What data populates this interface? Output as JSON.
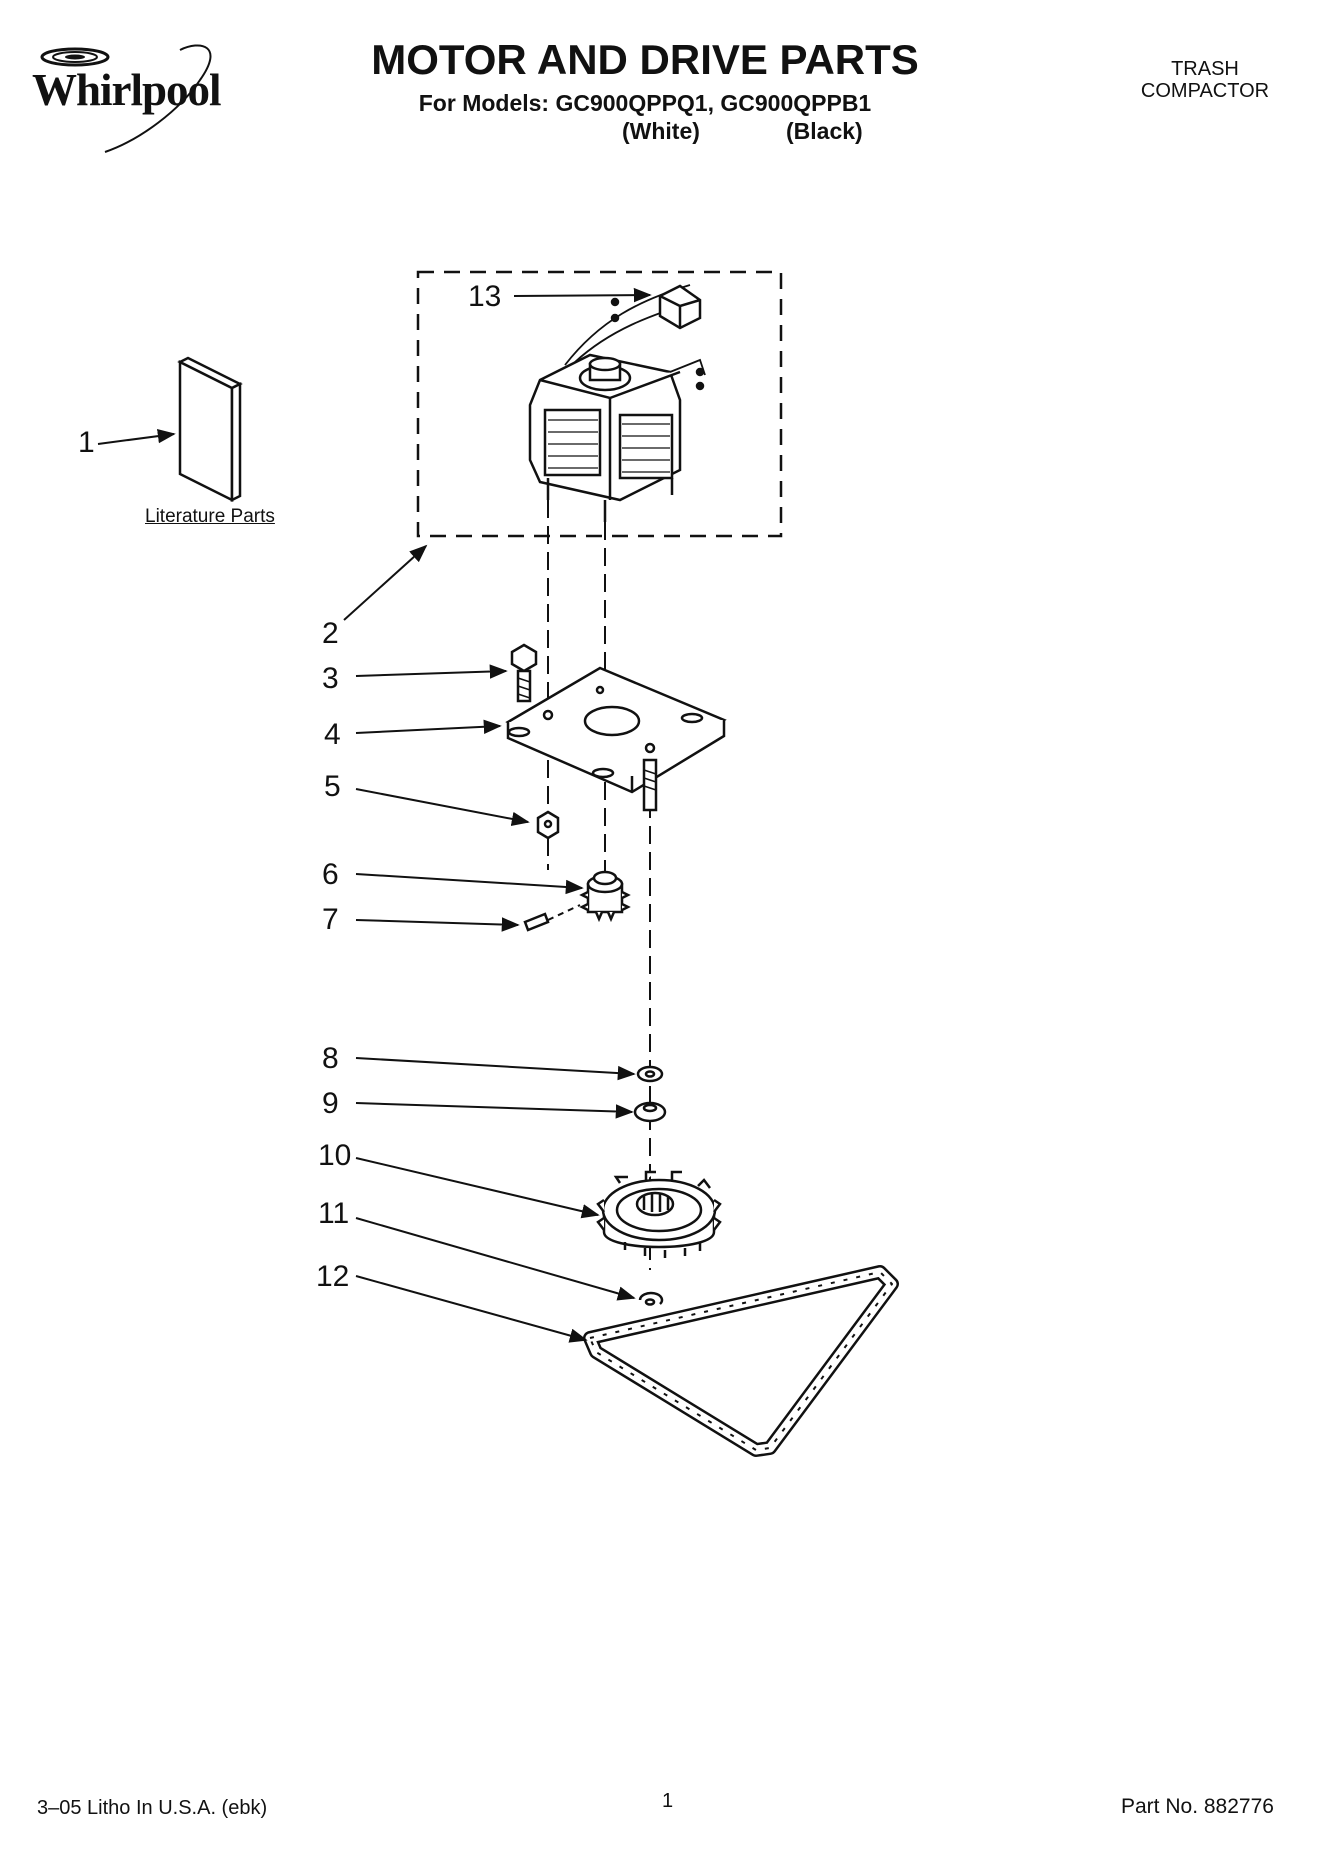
{
  "header": {
    "brand": "Whirlpool",
    "title": "MOTOR AND DRIVE PARTS",
    "models_line": "For Models: GC900QPPQ1, GC900QPPB1",
    "color_white": "(White)",
    "color_black": "(Black)",
    "category_line1": "TRASH",
    "category_line2": "COMPACTOR"
  },
  "diagram": {
    "literature_label": "Literature Parts",
    "callouts": [
      "1",
      "2",
      "3",
      "4",
      "5",
      "6",
      "7",
      "8",
      "9",
      "10",
      "11",
      "12",
      "13"
    ]
  },
  "footer": {
    "print_info": "3–05 Litho In U.S.A. (ebk)",
    "page_number": "1",
    "part_number": "Part No. 882776"
  }
}
